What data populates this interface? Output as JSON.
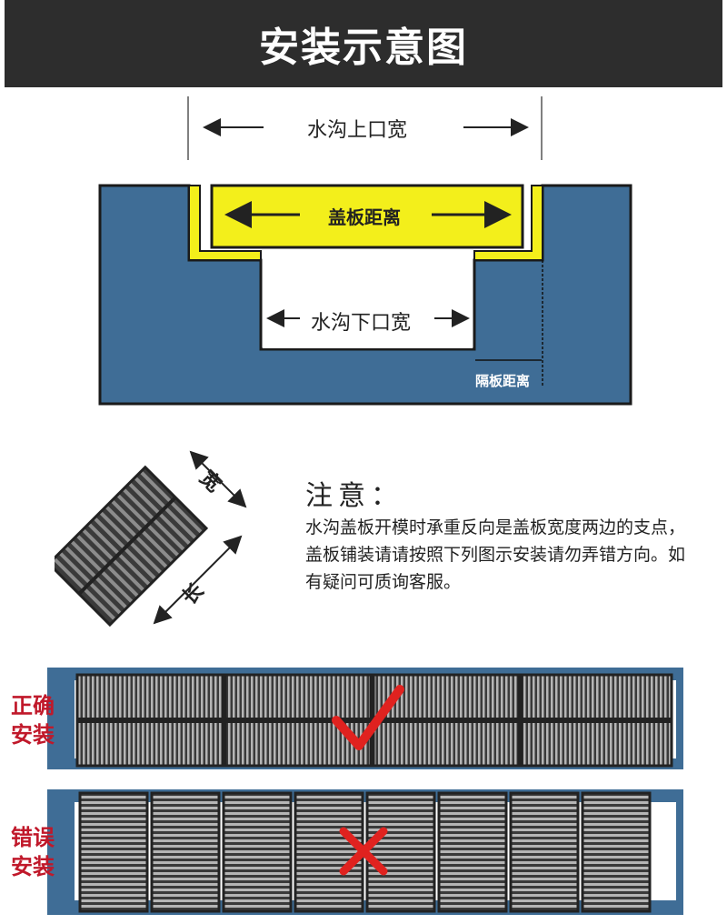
{
  "header": {
    "title": "安装示意图"
  },
  "diagram": {
    "top_width_label": "水沟上口宽",
    "cover_label": "盖板距离",
    "bottom_width_label": "水沟下口宽",
    "partition_label": "隔板距离",
    "colors": {
      "trench": "#3f6d96",
      "cover": "#f3ef1b",
      "cover_border": "#222222"
    }
  },
  "grate": {
    "width_label": "宽",
    "length_label": "长"
  },
  "notice": {
    "title": "注意：",
    "text": "水沟盖板开模时承重反向是盖板宽度两边的支点，盖板铺装请请按照下列图示安装请勿弄错方向。如有疑问可质询客服。"
  },
  "installs": {
    "correct_label_1": "正确",
    "correct_label_2": "安装",
    "wrong_label_1": "错误",
    "wrong_label_2": "安装",
    "check_color": "#e0221f",
    "cross_color": "#e0221f"
  }
}
